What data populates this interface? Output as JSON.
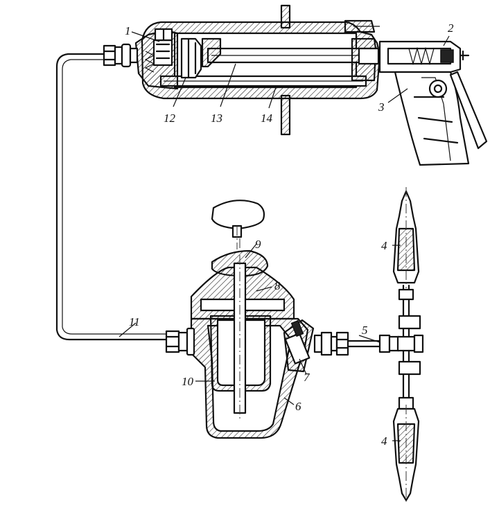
{
  "labels": {
    "l1": "1",
    "l2": "2",
    "l3": "3",
    "l4a": "4",
    "l4b": "4",
    "l5": "5",
    "l6": "6",
    "l7": "7",
    "l8": "8",
    "l9": "9",
    "l10": "10",
    "l11": "11",
    "l12": "12",
    "l13": "13",
    "l14": "14"
  }
}
